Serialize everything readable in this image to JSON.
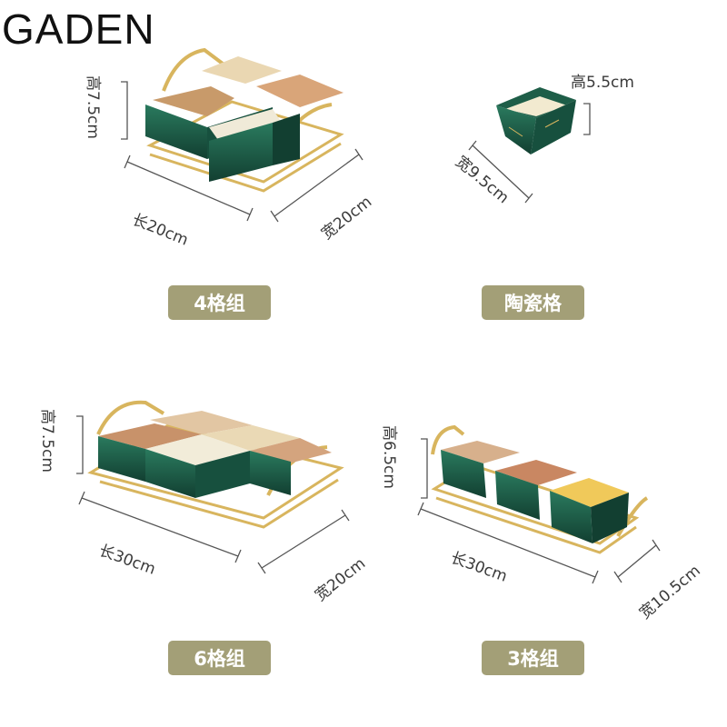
{
  "brand": "GADEN",
  "colors": {
    "badge": "#a39f77",
    "ceramic": "#1e5e48",
    "gold": "#d8b55e"
  },
  "products": {
    "four": {
      "label": "4格组",
      "height": "高7.5cm",
      "length": "长20cm",
      "width": "宽20cm"
    },
    "single": {
      "label": "陶瓷格",
      "height": "高5.5cm",
      "width": "宽9.5cm"
    },
    "six": {
      "label": "6格组",
      "height": "高7.5cm",
      "length": "长30cm",
      "width": "宽20cm"
    },
    "three": {
      "label": "3格组",
      "height": "高6.5cm",
      "length": "长30cm",
      "width": "宽10.5cm"
    }
  }
}
